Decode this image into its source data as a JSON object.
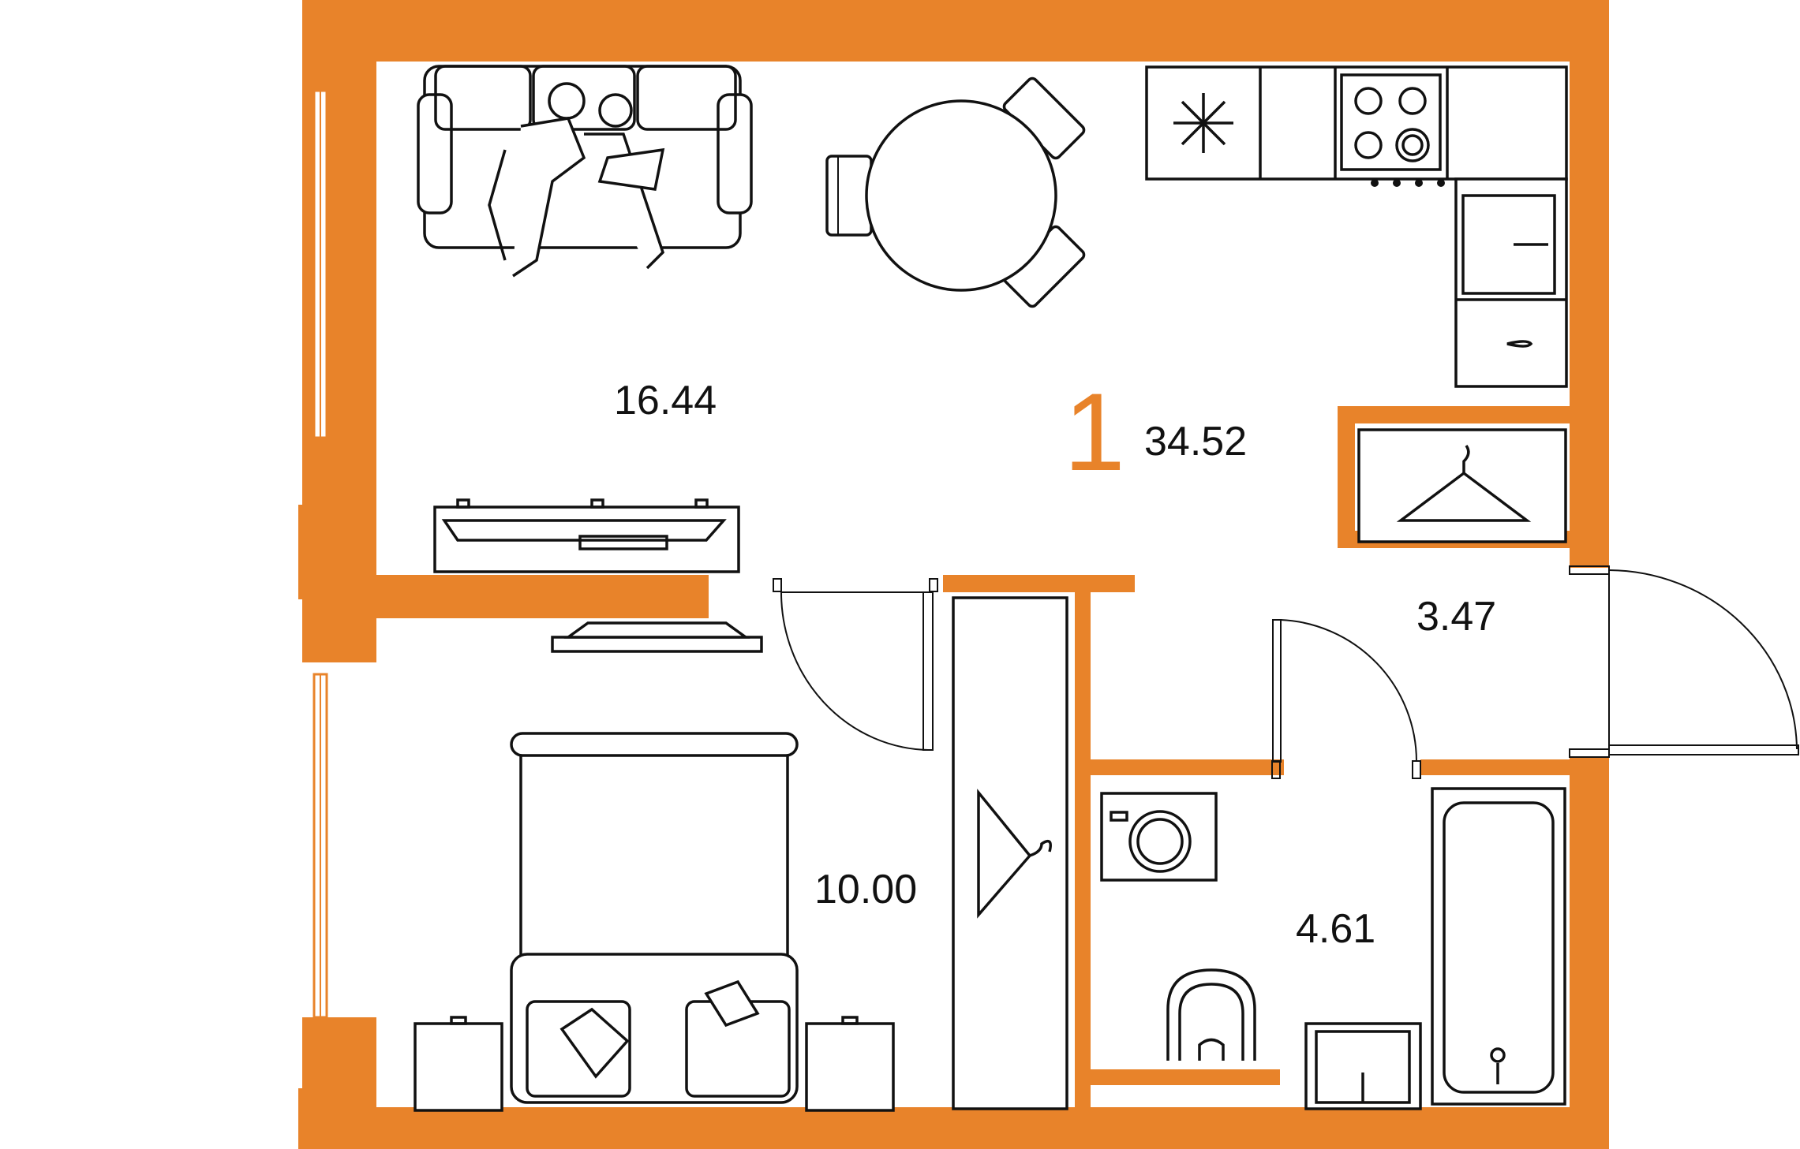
{
  "plan": {
    "room_count": "1",
    "total_area": "34.52",
    "rooms": [
      {
        "id": "living",
        "area": "16.44"
      },
      {
        "id": "bedroom",
        "area": "10.00"
      },
      {
        "id": "hall",
        "area": "3.47"
      },
      {
        "id": "bathroom",
        "area": "4.61"
      }
    ]
  },
  "colors": {
    "wall": "#e8832a",
    "line": "#111111",
    "background": "#ffffff"
  },
  "icons": [
    "sofa-icon",
    "dining-table-icon",
    "fridge-icon",
    "stove-icon",
    "sink-icon",
    "tv-icon",
    "bed-icon",
    "wardrobe-icon",
    "washing-machine-icon",
    "toilet-icon",
    "bathtub-icon",
    "hanger-icon"
  ]
}
